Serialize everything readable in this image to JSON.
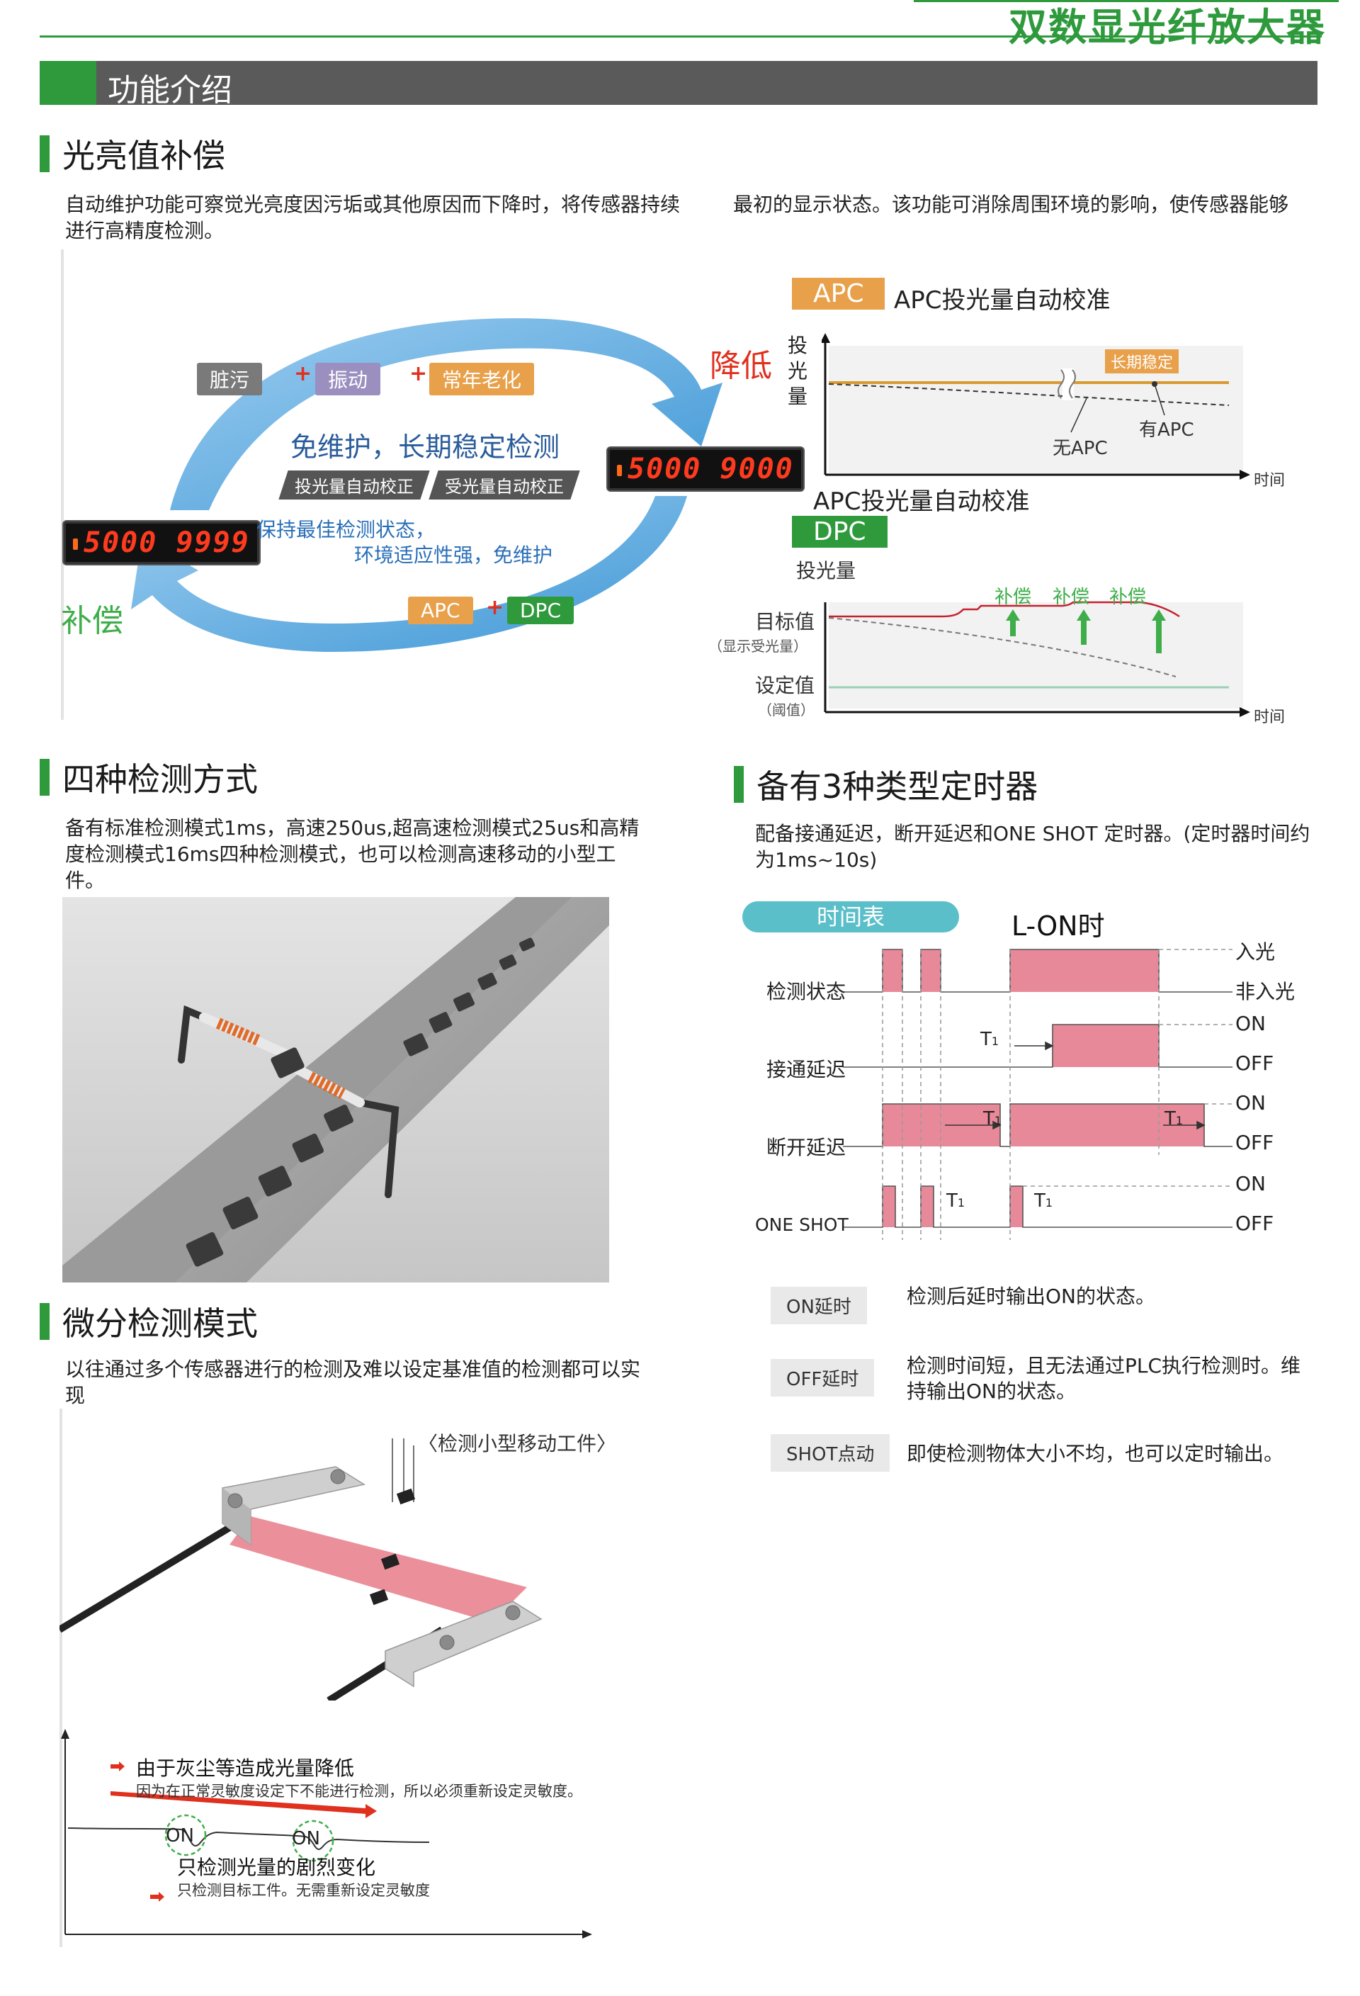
{
  "header": {
    "doc_title": "双数显光纤放大器",
    "section_title": "功能介绍"
  },
  "sec1": {
    "title": "光亮值补偿",
    "desc_left": "自动维护功能可察觉光亮度因污垢或其他原因而下降时，将传感器持续进行高精度检测。",
    "desc_right": "最初的显示状态。该功能可消除周围环境的影响，使传感器能够",
    "cycle": {
      "tag_dirt": "脏污",
      "tag_vibration": "振动",
      "tag_aging": "常年老化",
      "plus": "+",
      "headline": "免维护，长期稳定检测",
      "sub_tag1": "投光量自动校正",
      "sub_tag2": "受光量自动校正",
      "note1": "保持最佳检测状态，",
      "note2": "环境适应性强，免维护",
      "led_left": "5000 9999",
      "led_right": "5000 9000",
      "label_drop": "降低",
      "label_comp": "补偿",
      "apc": "APC",
      "dpc": "DPC"
    },
    "apc_chart": {
      "badge": "APC",
      "title": "APC投光量自动校准",
      "ylabel": "投光量",
      "xlabel": "时间",
      "stable": "长期稳定",
      "with_apc": "有APC",
      "without_apc": "无APC",
      "caption": "APC投光量自动校准"
    },
    "dpc_chart": {
      "badge": "DPC",
      "ylabel": "投光量",
      "comp": "补偿",
      "target": "目标值",
      "target_sub": "（显示受光量）",
      "setting": "设定值",
      "setting_sub": "（阈值）",
      "xlabel": "时间"
    },
    "colors": {
      "green": "#2e9a3c",
      "orange": "#e8a04a",
      "blue": "#4aa3dc",
      "pink": "#e8899a",
      "red": "#e0301e"
    }
  },
  "sec2": {
    "title": "四种检测方式",
    "desc": "备有标准检测模式1ms，高速250us,超高速检测模式25us和高精度检测模式16ms四种检测模式，也可以检测高速移动的小型工件。"
  },
  "sec3": {
    "title": "备有3种类型定时器",
    "desc": "配备接通延迟，断开延迟和ONE SHOT 定时器。(定时器时间约为1ms~10s)",
    "timing": {
      "chip": "时间表",
      "lon": "L-ON时",
      "row_detect": "检测状态",
      "row_on_delay": "接通延迟",
      "row_off_delay": "断开延迟",
      "row_oneshot": "ONE SHOT",
      "light_in": "入光",
      "light_out": "非入光",
      "on": "ON",
      "off": "OFF",
      "t": "T",
      "t_sub": "1"
    },
    "legend": [
      {
        "label": "ON延时",
        "text": "检测后延时输出ON的状态。"
      },
      {
        "label": "OFF延时",
        "text": "检测时间短，且无法通过PLC执行检测时。维持输出ON的状态。"
      },
      {
        "label": "SHOT点动",
        "text": "即使检测物体大小不均，也可以定时输出。"
      }
    ]
  },
  "sec4": {
    "title": "微分检测模式",
    "desc": "以往通过多个传感器进行的检测及难以设定基准值的检测都可以实现",
    "caption": "〈检测小型移动工件〉",
    "graph": {
      "line1": "由于灰尘等造成光量降低",
      "line1_sub": "因为在正常灵敏度设定下不能进行检测，所以必须重新设定灵敏度。",
      "on1": "ON",
      "on2": "ON",
      "line2": "只检测光量的剧烈变化",
      "line2_sub": "只检测目标工件。无需重新设定灵敏度"
    }
  }
}
